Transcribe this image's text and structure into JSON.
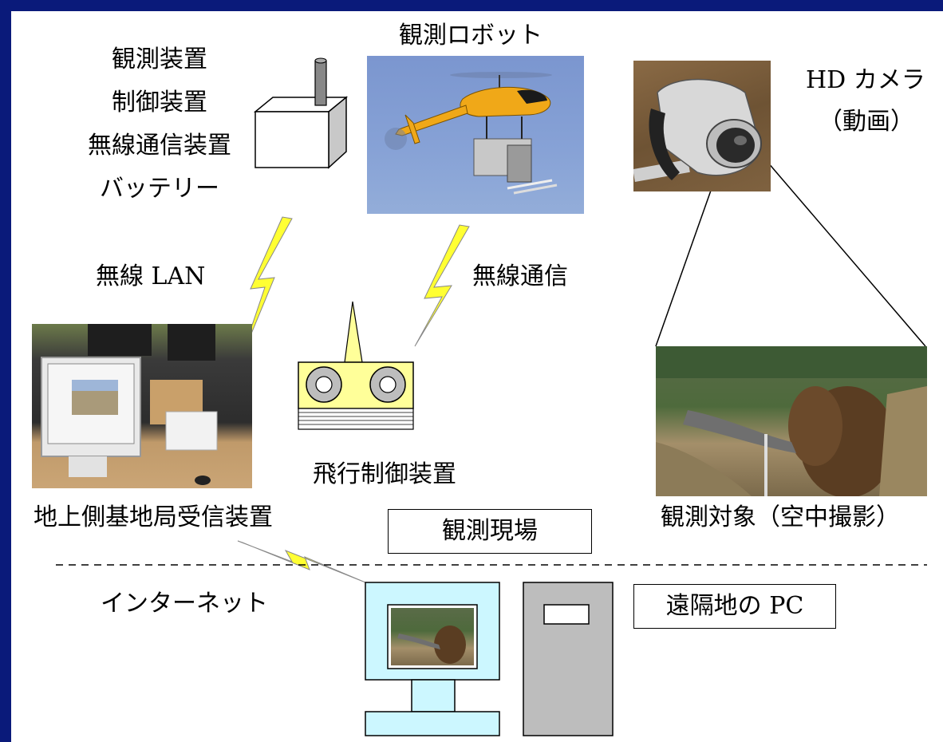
{
  "labels": {
    "robot_title": "観測ロボット",
    "equipment": [
      "観測装置",
      "制御装置",
      "無線通信装置",
      "バッテリー"
    ],
    "hd_camera": "HD カメラ",
    "hd_camera_sub": "（動画）",
    "wireless_lan": "無線 LAN",
    "wireless_comm": "無線通信",
    "flight_controller": "飛行制御装置",
    "ground_station": "地上側基地局受信装置",
    "site": "観測現場",
    "target": "観測対象（空中撮影）",
    "internet": "インターネット",
    "remote_pc": "遠隔地の PC"
  },
  "colors": {
    "frame": "#0a1a7a",
    "lightning": "#ffff33",
    "sky": "#7f9fd3",
    "helicopter": "#f0a818",
    "monitor": "#ccf7ff",
    "tower": "#bdbdbd",
    "controller": "#ffff99"
  },
  "icons": [
    "lightning-icon",
    "helicopter-icon",
    "camera-icon",
    "equipment-box-icon",
    "remote-controller-icon",
    "monitor-icon",
    "pc-tower-icon"
  ]
}
